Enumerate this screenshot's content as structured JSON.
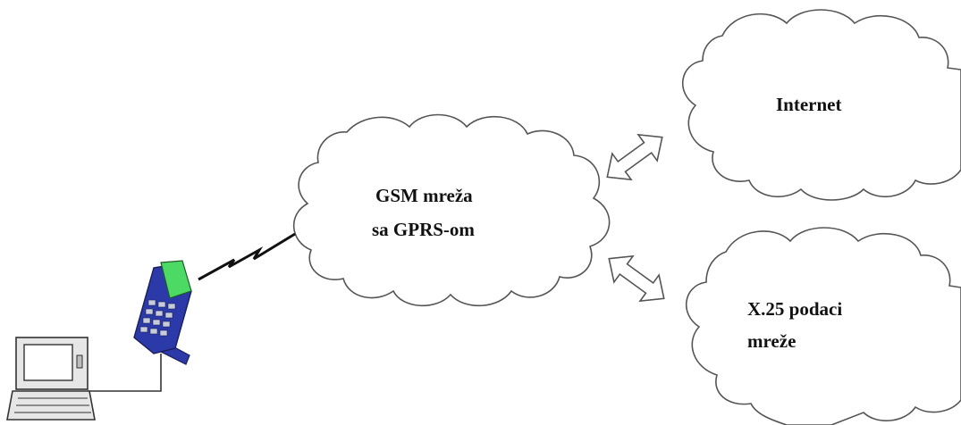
{
  "diagram": {
    "clouds": {
      "gsm": {
        "line1": "GSM mreža",
        "line2": "sa GPRS-om"
      },
      "internet": {
        "line1": "Internet"
      },
      "x25": {
        "line1": "X.25 podaci",
        "line2": "mreže"
      }
    }
  },
  "colors": {
    "outline": "#555555",
    "arrow_fill": "#ffffff",
    "phone_body": "#2b3aa8",
    "phone_screen": "#4cd964",
    "phone_keys": "#c8ccd8",
    "laptop_body": "#e6e6e6",
    "laptop_screen": "#ffffff"
  }
}
